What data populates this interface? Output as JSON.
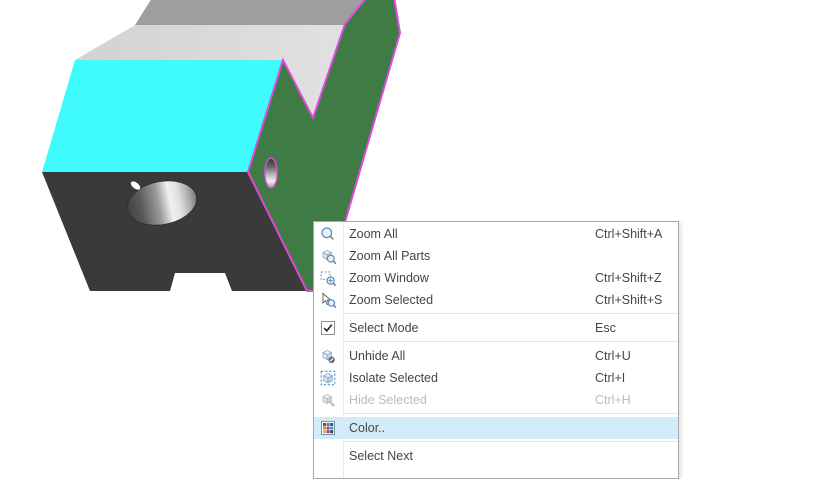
{
  "background_color": "#ffffff",
  "model": {
    "description": "3D V-block part with selected green side face",
    "colors": {
      "top_face": "#9E9E9E",
      "groove_face": "#DBDBDB",
      "top_front_face": "#40FBFB",
      "front_face": "#3A3A3A",
      "side_face": "#3E7B45",
      "selection_edge": "#DC4BDC",
      "hole_rim": "#2F2F2F",
      "hole_gleam": "#FBFBFB"
    }
  },
  "context_menu": {
    "text_color": "#454545",
    "disabled_text_color": "#BCBCBC",
    "highlight_color": "#D3EAF8",
    "border_color": "#A9A9A9",
    "items": [
      {
        "label": "Zoom All",
        "shortcut": "Ctrl+Shift+A",
        "icon": "zoom-all-icon"
      },
      {
        "label": "Zoom All Parts",
        "shortcut": "",
        "icon": "zoom-all-parts-icon"
      },
      {
        "label": "Zoom Window",
        "shortcut": "Ctrl+Shift+Z",
        "icon": "zoom-window-icon"
      },
      {
        "label": "Zoom Selected",
        "shortcut": "Ctrl+Shift+S",
        "icon": "zoom-selected-icon",
        "separator_after": true
      },
      {
        "label": "Select Mode",
        "shortcut": "Esc",
        "icon": "select-mode-checkbox-icon",
        "checked": true,
        "separator_after": true
      },
      {
        "label": "Unhide All",
        "shortcut": "Ctrl+U",
        "icon": "unhide-all-icon"
      },
      {
        "label": "Isolate Selected",
        "shortcut": "Ctrl+I",
        "icon": "isolate-selected-icon"
      },
      {
        "label": "Hide Selected",
        "shortcut": "Ctrl+H",
        "icon": "hide-selected-icon",
        "disabled": true,
        "separator_after": true
      },
      {
        "label": "Color..",
        "shortcut": "",
        "icon": "color-palette-icon",
        "highlighted": true,
        "separator_after": true
      },
      {
        "label": "Select Next",
        "shortcut": "",
        "icon": ""
      }
    ]
  }
}
